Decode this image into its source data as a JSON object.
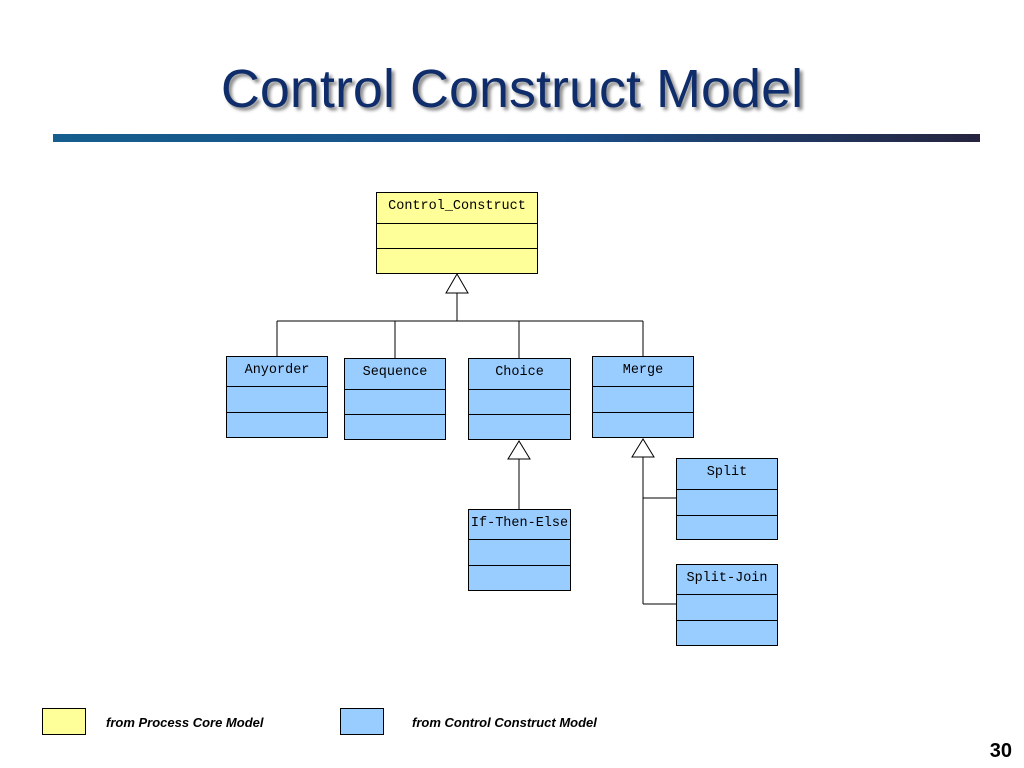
{
  "slide": {
    "title": "Control Construct Model",
    "page_number": "30"
  },
  "classes": {
    "control_construct": "Control_Construct",
    "anyorder": "Anyorder",
    "sequence": "Sequence",
    "choice": "Choice",
    "merge": "Merge",
    "if_then_else": "If-Then-Else",
    "split": "Split",
    "split_join": "Split-Join"
  },
  "legend": {
    "process_core": "from Process Core Model",
    "control_construct": "from Control Construct Model"
  },
  "colors": {
    "process_core": "#ffff99",
    "control_construct": "#99ccff",
    "title": "#0f2d6b"
  }
}
